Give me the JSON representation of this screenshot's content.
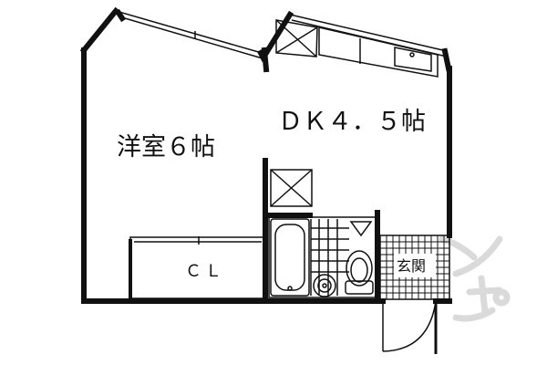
{
  "floor_plan": {
    "rooms": {
      "western_room": {
        "label": "洋室６帖"
      },
      "dk": {
        "label": "ＤＫ４．５帖"
      },
      "closet": {
        "label": "ＣＬ"
      },
      "entrance": {
        "label": "玄関"
      }
    },
    "colors": {
      "wall": "#111111",
      "background": "#ffffff",
      "watermark": "#d4d4d4"
    }
  }
}
